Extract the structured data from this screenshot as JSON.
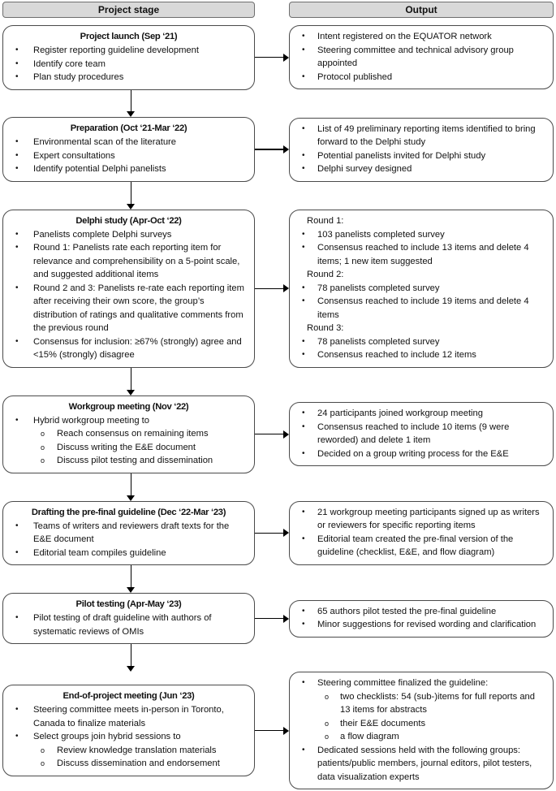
{
  "headers": {
    "left": "Project stage",
    "right": "Output"
  },
  "markers": {
    "level1": "•",
    "level2": "o"
  },
  "colors": {
    "box_border": "#4a4a4a",
    "header_bg": "#d9d9d9",
    "header_border": "#6e6e6e",
    "arrow": "#000000",
    "text": "#111111"
  },
  "rows": [
    {
      "stage": {
        "title": "Project launch (Sep ‘21)",
        "items": [
          {
            "level": 1,
            "text": "Register reporting guideline development"
          },
          {
            "level": 1,
            "text": "Identify core team"
          },
          {
            "level": 1,
            "text": "Plan study procedures"
          }
        ]
      },
      "output": {
        "items": [
          {
            "level": 1,
            "text": "Intent registered on the EQUATOR network"
          },
          {
            "level": 1,
            "text": "Steering committee and technical advisory group appointed"
          },
          {
            "level": 1,
            "text": "Protocol published"
          }
        ]
      }
    },
    {
      "stage": {
        "title": "Preparation (Oct ‘21-Mar ‘22)",
        "items": [
          {
            "level": 1,
            "text": "Environmental scan of the literature"
          },
          {
            "level": 1,
            "text": "Expert consultations"
          },
          {
            "level": 1,
            "text": "Identify potential Delphi panelists"
          }
        ]
      },
      "output": {
        "items": [
          {
            "level": 1,
            "text": "List of 49 preliminary reporting items identified to bring forward to the Delphi study"
          },
          {
            "level": 1,
            "text": "Potential panelists invited for Delphi study"
          },
          {
            "level": 1,
            "text": "Delphi survey designed"
          }
        ]
      }
    },
    {
      "stage": {
        "title": "Delphi study (Apr-Oct ‘22)",
        "items": [
          {
            "level": 1,
            "text": "Panelists complete Delphi surveys"
          },
          {
            "level": 1,
            "text": "Round 1: Panelists rate each reporting item for relevance and comprehensibility on a 5-point scale, and suggested additional items"
          },
          {
            "level": 1,
            "text": "Round 2 and 3: Panelists re-rate each reporting item after receiving their own score, the group’s distribution of ratings and qualitative comments from the previous round"
          },
          {
            "level": 1,
            "text": "Consensus for inclusion: ≥67% (strongly) agree and <15% (strongly) disagree"
          }
        ]
      },
      "output": {
        "items": [
          {
            "level": 0,
            "text": "Round 1:"
          },
          {
            "level": 1,
            "text": "103 panelists completed survey"
          },
          {
            "level": 1,
            "text": "Consensus reached to include 13 items and delete 4 items; 1 new item suggested"
          },
          {
            "level": 0,
            "text": "Round 2:"
          },
          {
            "level": 1,
            "text": "78 panelists completed survey"
          },
          {
            "level": 1,
            "text": "Consensus reached to include 19 items and delete 4 items"
          },
          {
            "level": 0,
            "text": "Round 3:"
          },
          {
            "level": 1,
            "text": "78 panelists completed survey"
          },
          {
            "level": 1,
            "text": "Consensus reached to include 12 items"
          }
        ]
      }
    },
    {
      "stage": {
        "title": "Workgroup meeting (Nov ‘22)",
        "items": [
          {
            "level": 1,
            "text": "Hybrid workgroup meeting to"
          },
          {
            "level": 2,
            "text": "Reach consensus on remaining items"
          },
          {
            "level": 2,
            "text": "Discuss writing the E&E document"
          },
          {
            "level": 2,
            "text": "Discuss pilot testing and dissemination"
          }
        ]
      },
      "output": {
        "items": [
          {
            "level": 1,
            "text": "24 participants joined workgroup meeting"
          },
          {
            "level": 1,
            "text": "Consensus reached to include 10 items (9 were reworded) and delete 1 item"
          },
          {
            "level": 1,
            "text": "Decided on a group writing process for the E&E"
          }
        ]
      }
    },
    {
      "stage": {
        "title": "Drafting the pre-final guideline (Dec ‘22-Mar ‘23)",
        "items": [
          {
            "level": 1,
            "text": "Teams of writers and reviewers draft texts for the E&E document"
          },
          {
            "level": 1,
            "text": "Editorial team compiles guideline"
          }
        ]
      },
      "output": {
        "items": [
          {
            "level": 1,
            "text": "21 workgroup meeting participants signed up as writers or reviewers for specific reporting items"
          },
          {
            "level": 1,
            "text": "Editorial team created the pre-final version of the guideline (checklist, E&E, and flow diagram)"
          }
        ]
      }
    },
    {
      "stage": {
        "title": "Pilot testing (Apr-May ‘23)",
        "items": [
          {
            "level": 1,
            "text": "Pilot testing of draft guideline with authors of systematic reviews of OMIs"
          }
        ]
      },
      "output": {
        "items": [
          {
            "level": 1,
            "text": "65 authors pilot tested the pre-final guideline"
          },
          {
            "level": 1,
            "text": "Minor suggestions for revised wording and clarification"
          }
        ]
      }
    },
    {
      "stage": {
        "title": "End-of-project meeting (Jun ‘23)",
        "items": [
          {
            "level": 1,
            "text": "Steering committee meets in-person in Toronto, Canada to finalize materials"
          },
          {
            "level": 1,
            "text": "Select groups join hybrid sessions to"
          },
          {
            "level": 2,
            "text": "Review knowledge translation materials"
          },
          {
            "level": 2,
            "text": "Discuss dissemination and endorsement"
          }
        ]
      },
      "output": {
        "items": [
          {
            "level": 1,
            "text": "Steering committee finalized the guideline:"
          },
          {
            "level": 2,
            "text": "two checklists: 54 (sub-)items for full reports and 13 items for abstracts"
          },
          {
            "level": 2,
            "text": "their E&E documents"
          },
          {
            "level": 2,
            "text": "a flow diagram"
          },
          {
            "level": 1,
            "text": "Dedicated sessions held with the following groups: patients/public members, journal editors, pilot testers, data visualization experts"
          }
        ]
      }
    }
  ]
}
